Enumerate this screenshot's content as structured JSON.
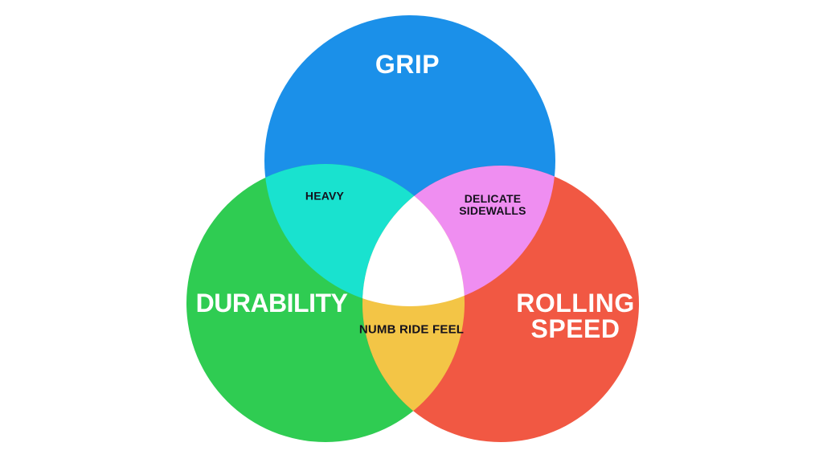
{
  "diagram": {
    "type": "venn",
    "background_color": "#ffffff",
    "sets": [
      {
        "id": "grip",
        "label": "GRIP",
        "color": "#1b90e9",
        "text_color": "#ffffff"
      },
      {
        "id": "durability",
        "label": "DURABILITY",
        "color": "#2fcc52",
        "text_color": "#ffffff"
      },
      {
        "id": "rolling-speed",
        "label": "ROLLING SPEED",
        "color": "#f15843",
        "text_color": "#ffffff"
      }
    ],
    "overlaps": [
      {
        "between": [
          "grip",
          "durability"
        ],
        "label": "HEAVY",
        "color": "#19e2cf",
        "text_color": "#14111c"
      },
      {
        "between": [
          "grip",
          "rolling-speed"
        ],
        "label": "DELICATE SIDEWALLS",
        "color": "#ef8ef1",
        "text_color": "#14111c"
      },
      {
        "between": [
          "durability",
          "rolling-speed"
        ],
        "label": "NUMB RIDE FEEL",
        "color": "#f3c546",
        "text_color": "#14111c"
      },
      {
        "between": [
          "grip",
          "durability",
          "rolling-speed"
        ],
        "label": "",
        "color": "#ffffff",
        "text_color": "#14111c"
      }
    ]
  }
}
